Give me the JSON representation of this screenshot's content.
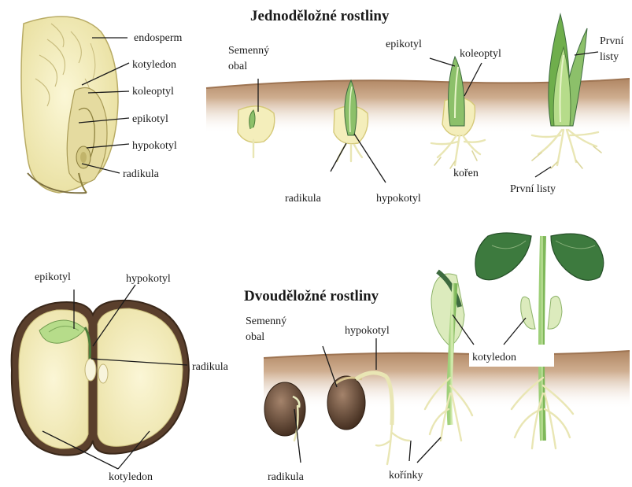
{
  "monocot": {
    "title": "Jednoděložné rostliny",
    "seed_labels": {
      "endosperm": "endosperm",
      "kotyledon": "kotyledon",
      "koleoptyl": "koleoptyl",
      "epikotyl": "epikotyl",
      "hypokotyl": "hypokotyl",
      "radikula": "radikula"
    },
    "stage_labels": {
      "semenny_obal_1": "Semenný",
      "semenny_obal_2": "obal",
      "epikotyl": "epikotyl",
      "koleoptyl": "koleoptyl",
      "prvni_listy_1": "První",
      "prvni_listy_2": "listy",
      "radikula": "radikula",
      "hypokotyl": "hypokotyl",
      "koren": "kořen",
      "prvni_listy_bottom": "První listy"
    }
  },
  "dicot": {
    "title": "Dvouděložné rostliny",
    "seed_labels": {
      "epikotyl": "epikotyl",
      "hypokotyl": "hypokotyl",
      "radikula": "radikula",
      "kotyledon": "kotyledon"
    },
    "stage_labels": {
      "semenny_obal_1": "Semenný",
      "semenny_obal_2": "obal",
      "hypokotyl": "hypokotyl",
      "kotyledon": "kotyledon",
      "radikula": "radikula",
      "korinky": "kořínky"
    }
  },
  "colors": {
    "soil": "#b88e6c",
    "soil_light": "#e9d9c7",
    "seed_fill": "#f4eebb",
    "leaf_green": "#8cc06a",
    "dark_leaf": "#3d6a3f",
    "bean_brown": "#5a3f2c"
  }
}
